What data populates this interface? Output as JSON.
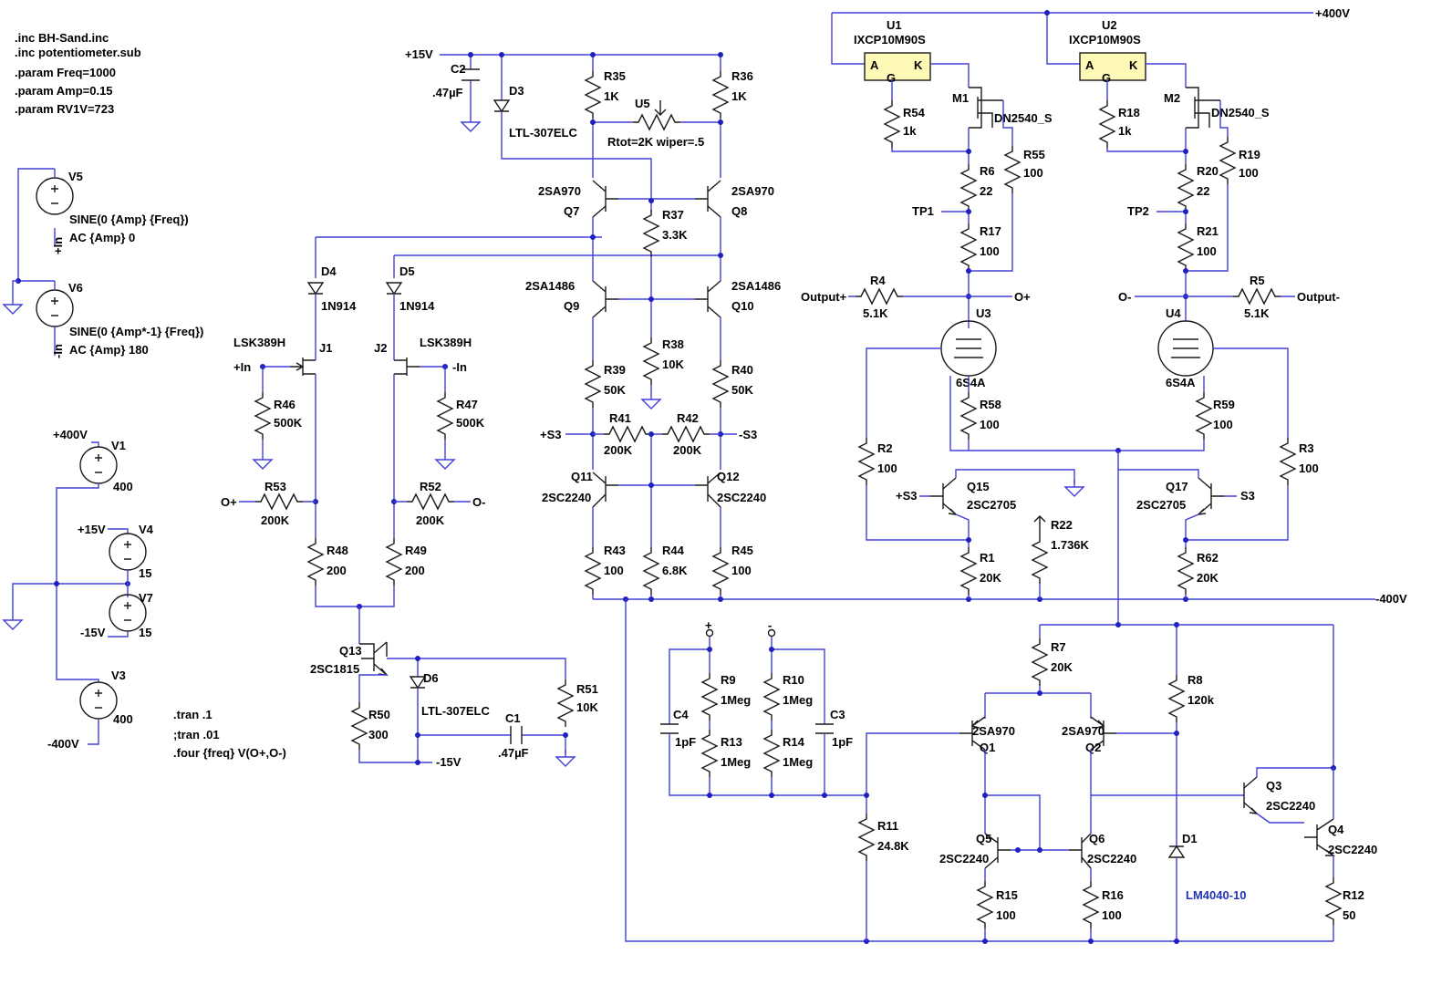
{
  "directives": [
    ".inc BH-Sand.inc",
    ".inc potentiometer.sub",
    ".param Freq=1000",
    ".param Amp=0.15",
    ".param RV1V=723"
  ],
  "sim": [
    ".tran .1",
    ";tran .01",
    ".four {freq} V(O+,O-)"
  ],
  "sources": {
    "V5": {
      "name": "V5",
      "l1": "SINE(0 {Amp} {Freq})",
      "l2": "AC {Amp} 0",
      "net": "+In"
    },
    "V6": {
      "name": "V6",
      "l1": "SINE(0 {Amp*-1} {Freq})",
      "l2": "AC {Amp} 180",
      "net": "-In"
    },
    "V1": {
      "name": "V1",
      "value": "400",
      "net": "+400V"
    },
    "V4": {
      "name": "V4",
      "value": "15",
      "net": "+15V"
    },
    "V7": {
      "name": "V7",
      "value": "15",
      "net": "-15V"
    },
    "V3": {
      "name": "V3",
      "value": "400",
      "net": "-400V"
    }
  },
  "rails": {
    "p400": "+400V",
    "n400": "-400V",
    "p15": "+15V",
    "n15": "-15V"
  },
  "nets": {
    "op": "O+",
    "om": "O-",
    "in_p": "+In",
    "in_m": "-In",
    "s3p": "+S3",
    "s3m": "-S3",
    "s3": "S3",
    "tp1": "TP1",
    "tp2": "TP2",
    "outp": "Output+",
    "outm": "Output-"
  },
  "comp": {
    "C2": [
      "C2",
      ".47µF"
    ],
    "D3": [
      "D3",
      "LTL-307ELC"
    ],
    "R35": [
      "R35",
      "1K"
    ],
    "R36": [
      "R36",
      "1K"
    ],
    "U5": [
      "U5",
      "Rtot=2K wiper=.5"
    ],
    "Q7": [
      "Q7",
      "2SA970"
    ],
    "Q8": [
      "Q8",
      "2SA970"
    ],
    "R37": [
      "R37",
      "3.3K"
    ],
    "Q9": [
      "Q9",
      "2SA1486"
    ],
    "Q10": [
      "Q10",
      "2SA1486"
    ],
    "R38": [
      "R38",
      "10K"
    ],
    "R39": [
      "R39",
      "50K"
    ],
    "R40": [
      "R40",
      "50K"
    ],
    "R41": [
      "R41",
      "200K"
    ],
    "R42": [
      "R42",
      "200K"
    ],
    "Q11": [
      "Q11",
      "2SC2240"
    ],
    "Q12": [
      "Q12",
      "2SC2240"
    ],
    "R43": [
      "R43",
      "100"
    ],
    "R44": [
      "R44",
      "6.8K"
    ],
    "R45": [
      "R45",
      "100"
    ],
    "D4": [
      "D4",
      "1N914"
    ],
    "D5": [
      "D5",
      "1N914"
    ],
    "J1": [
      "J1",
      "LSK389H"
    ],
    "J2": [
      "J2",
      "LSK389H"
    ],
    "R46": [
      "R46",
      "500K"
    ],
    "R47": [
      "R47",
      "500K"
    ],
    "R53": [
      "R53",
      "200K"
    ],
    "R52": [
      "R52",
      "200K"
    ],
    "R48": [
      "R48",
      "200"
    ],
    "R49": [
      "R49",
      "200"
    ],
    "Q13": [
      "Q13",
      "2SC1815"
    ],
    "R50": [
      "R50",
      "300"
    ],
    "D6": [
      "D6",
      "LTL-307ELC"
    ],
    "C1": [
      "C1",
      ".47µF"
    ],
    "R51": [
      "R51",
      "10K"
    ],
    "U1": [
      "U1",
      "IXCP10M90S"
    ],
    "U2": [
      "U2",
      "IXCP10M90S"
    ],
    "M1": [
      "M1",
      "DN2540_S"
    ],
    "M2": [
      "M2",
      "DN2540_S"
    ],
    "R54": [
      "R54",
      "1k"
    ],
    "R18": [
      "R18",
      "1k"
    ],
    "R55": [
      "R55",
      "100"
    ],
    "R19": [
      "R19",
      "100"
    ],
    "R6": [
      "R6",
      "22"
    ],
    "R20": [
      "R20",
      "22"
    ],
    "R17": [
      "R17",
      "100"
    ],
    "R21": [
      "R21",
      "100"
    ],
    "R4": [
      "R4",
      "5.1K"
    ],
    "R5": [
      "R5",
      "5.1K"
    ],
    "U3": [
      "U3",
      "6S4A"
    ],
    "U4": [
      "U4",
      "6S4A"
    ],
    "R58": [
      "R58",
      "100"
    ],
    "R59": [
      "R59",
      "100"
    ],
    "R2": [
      "R2",
      "100"
    ],
    "R3": [
      "R3",
      "100"
    ],
    "Q15": [
      "Q15",
      "2SC2705"
    ],
    "Q17": [
      "Q17",
      "2SC2705"
    ],
    "R22": [
      "R22",
      "1.736K"
    ],
    "R1": [
      "R1",
      "20K"
    ],
    "R62": [
      "R62",
      "20K"
    ],
    "R7": [
      "R7",
      "20K"
    ],
    "R8": [
      "R8",
      "120k"
    ],
    "R9": [
      "R9",
      "1Meg"
    ],
    "R10": [
      "R10",
      "1Meg"
    ],
    "R13": [
      "R13",
      "1Meg"
    ],
    "R14": [
      "R14",
      "1Meg"
    ],
    "C4": [
      "C4",
      "1pF"
    ],
    "C3": [
      "C3",
      "1pF"
    ],
    "Q1": [
      "Q1",
      "2SA970"
    ],
    "Q2": [
      "Q2",
      "2SA970"
    ],
    "Q3": [
      "Q3",
      "2SC2240"
    ],
    "Q4": [
      "Q4",
      "2SC2240"
    ],
    "Q5": [
      "Q5",
      "2SC2240"
    ],
    "Q6": [
      "Q6",
      "2SC2240"
    ],
    "R11": [
      "R11",
      "24.8K"
    ],
    "R15": [
      "R15",
      "100"
    ],
    "R16": [
      "R16",
      "100"
    ],
    "R12": [
      "R12",
      "50"
    ],
    "D1": [
      "D1",
      "LM4040-10"
    ]
  },
  "pins": {
    "a": "A",
    "g": "G",
    "k": "K",
    "plus": "+",
    "minus": "-"
  },
  "colors": {
    "wire": "#4040d8",
    "component": "#1a1a1a",
    "ic_fill": "#fff9b8",
    "label_blue": "#2233bb"
  }
}
